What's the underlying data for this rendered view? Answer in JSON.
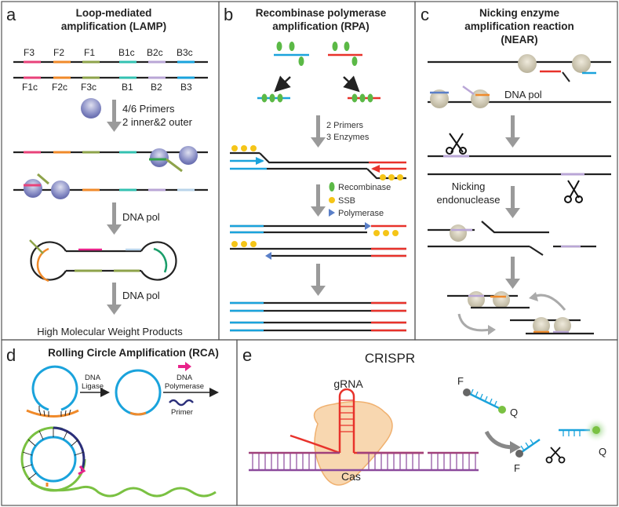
{
  "panels": {
    "a": {
      "letter": "a",
      "title_line1": "Loop-mediated",
      "title_line2": "amplification (LAMP)",
      "top_labels": [
        "F3",
        "F2",
        "F1",
        "B1c",
        "B2c",
        "B3c"
      ],
      "bottom_labels": [
        "F1c",
        "F2c",
        "F3c",
        "B1",
        "B2",
        "B3"
      ],
      "step1_line1": "4/6 Primers",
      "step1_line2": "2 inner&2 outer",
      "step2": "DNA pol",
      "step3": "DNA pol",
      "result": "High Molecular Weight Products"
    },
    "b": {
      "letter": "b",
      "title_line1": "Recombinase polymerase",
      "title_line2": "amplification (RPA)",
      "step1_line1": "2 Primers",
      "step1_line2": "3 Enzymes",
      "legend": [
        "Recombinase",
        "SSB",
        "Polymerase"
      ]
    },
    "c": {
      "letter": "c",
      "title_line1": "Nicking enzyme",
      "title_line2": "amplification reaction",
      "title_line3": "(NEAR)",
      "dna_pol": "DNA pol",
      "nicking_line1": "Nicking",
      "nicking_line2": "endonuclease"
    },
    "d": {
      "letter": "d",
      "title": "Rolling Circle Amplification (RCA)",
      "ligase_line1": "DNA",
      "ligase_line2": "Ligase",
      "poly_line1": "DNA",
      "poly_line2": "Polymerase",
      "primer": "Primer"
    },
    "e": {
      "letter": "e",
      "title": "CRISPR",
      "grna": "gRNA",
      "cas": "Cas",
      "f1": "F",
      "q1": "Q",
      "f2": "F",
      "q2": "Q"
    }
  },
  "colors": {
    "frame": "#555555",
    "strand": "#222222",
    "blue": "#1aa3dc",
    "red": "#e8322b",
    "green": "#5bb946",
    "yellow": "#f5c518",
    "purple": "#8b4a9c",
    "orange": "#f08a2a",
    "pink": "#e8238a",
    "navy": "#2b2f7a"
  }
}
